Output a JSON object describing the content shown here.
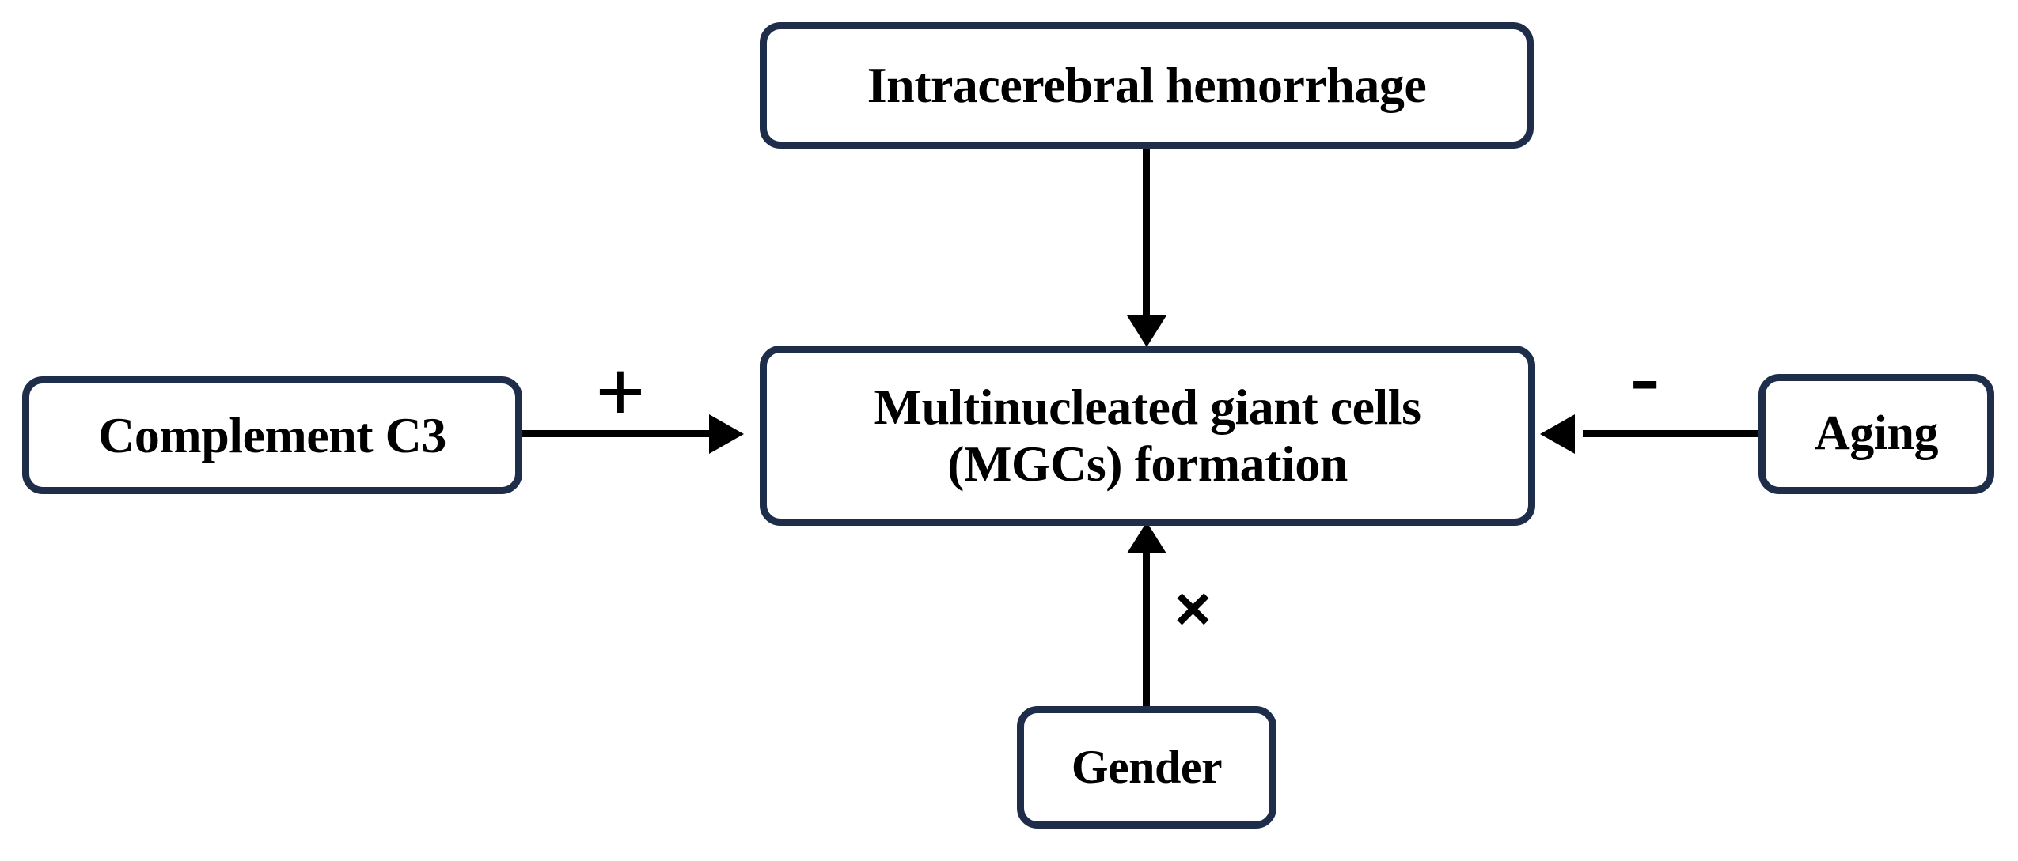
{
  "diagram": {
    "type": "flow-diagram",
    "background_color": "#ffffff",
    "node_border_color": "#1e2d4a",
    "node_fill_color": "#ffffff",
    "edge_color": "#000000",
    "text_color": "#000000",
    "nodes": [
      {
        "id": "ich",
        "label": "Intracerebral hemorrhage"
      },
      {
        "id": "mgc",
        "label": "Multinucleated giant cells\n(MGCs) formation"
      },
      {
        "id": "c3",
        "label": "Complement C3"
      },
      {
        "id": "aging",
        "label": "Aging"
      },
      {
        "id": "gender",
        "label": "Gender"
      }
    ],
    "edges": [
      {
        "id": "ich-mgc",
        "from": "ich",
        "to": "mgc",
        "direction": "down",
        "sign": ""
      },
      {
        "id": "c3-mgc",
        "from": "c3",
        "to": "mgc",
        "direction": "right",
        "sign": "+"
      },
      {
        "id": "aging-mgc",
        "from": "aging",
        "to": "mgc",
        "direction": "left",
        "sign": "-"
      },
      {
        "id": "gender-mgc",
        "from": "gender",
        "to": "mgc",
        "direction": "up",
        "sign": "×"
      }
    ],
    "signs": {
      "plus": "+",
      "minus": "-",
      "times": "×"
    }
  }
}
